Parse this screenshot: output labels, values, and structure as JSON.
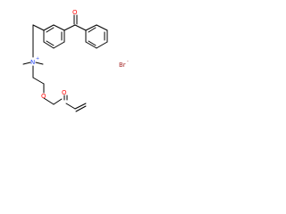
{
  "molecule": {
    "labels": {
      "ketone_o": "O",
      "ammonium_n": "N",
      "ammonium_charge": "+",
      "ester_o": "O",
      "carbonyl_o": "O",
      "bromide": "Br",
      "bromide_charge": "-"
    },
    "colors": {
      "bond": "#000000",
      "oxygen": "#ff0d0d",
      "nitrogen": "#3050f8",
      "bromine": "#a62929"
    }
  }
}
